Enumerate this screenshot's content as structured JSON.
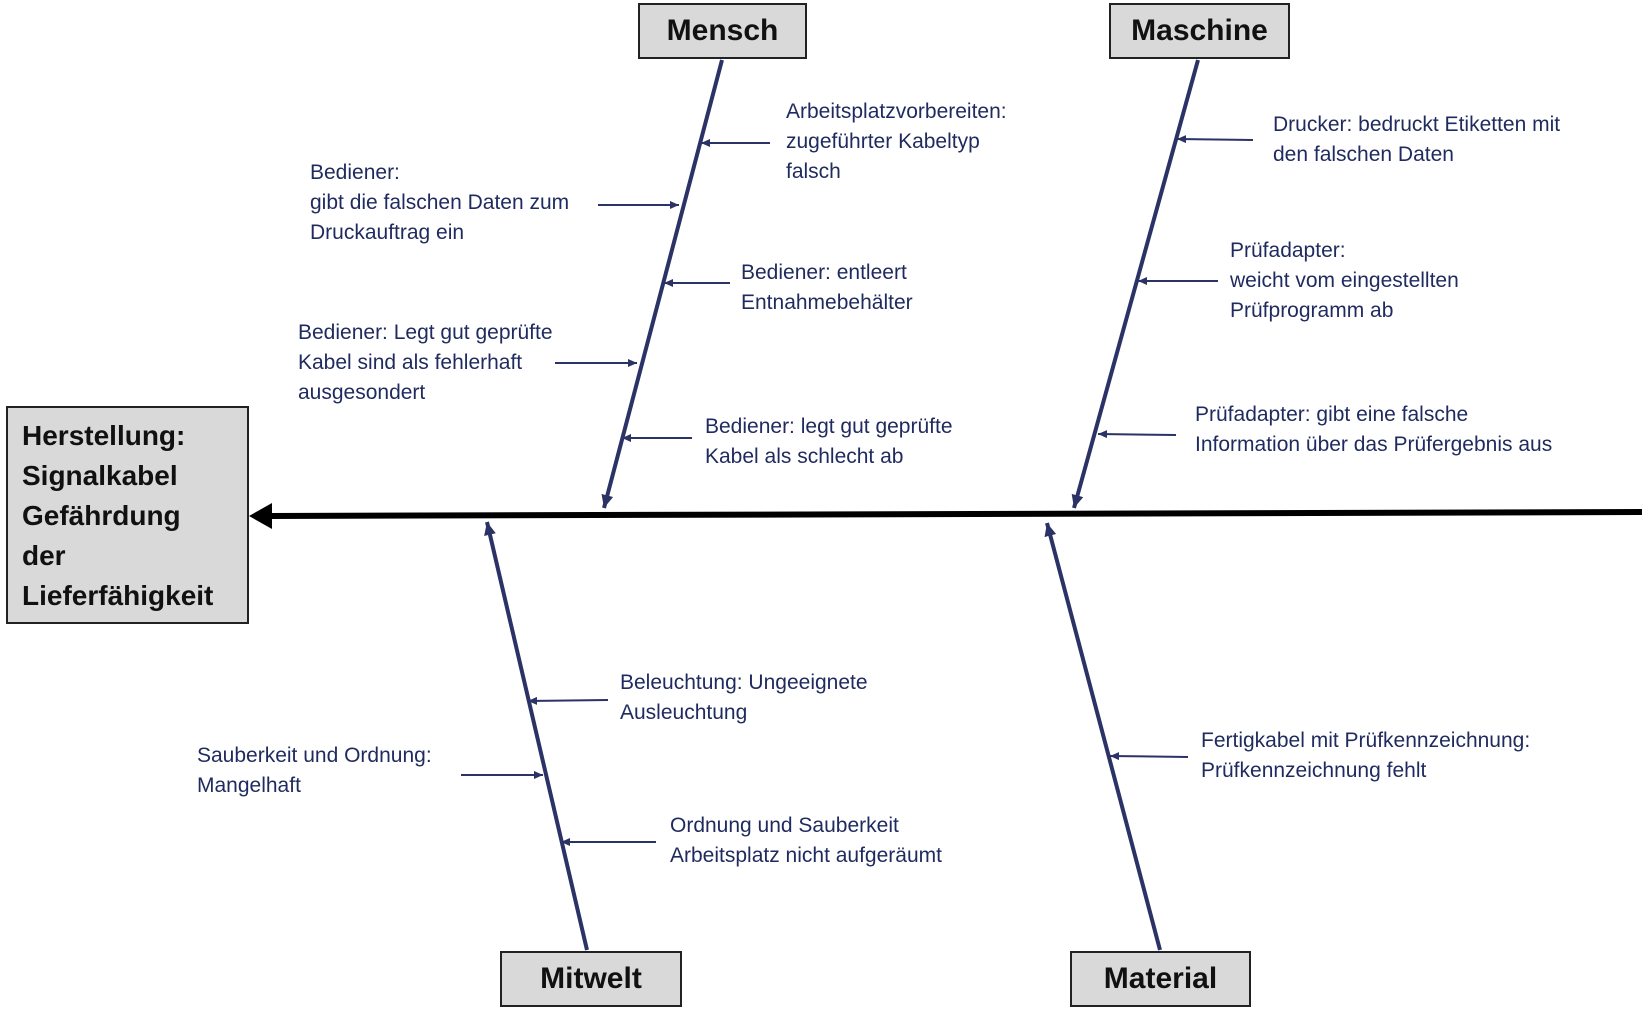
{
  "colors": {
    "spine": "#000000",
    "bone": "#2b3266",
    "text": "#1f2a5e",
    "box_fill": "#d9d9d9",
    "box_border": "#222222"
  },
  "effect": {
    "lines": [
      "Herstellung:",
      "Signalkabel",
      "Gefährdung",
      "der",
      "Lieferfähigkeit"
    ]
  },
  "categories": {
    "mensch": "Mensch",
    "maschine": "Maschine",
    "mitwelt": "Mitwelt",
    "material": "Material"
  },
  "causes": {
    "mensch": [
      [
        "Arbeitsplatzvorbereiten:",
        "zugeführter Kabeltyp",
        "falsch"
      ],
      [
        "Bediener:",
        "gibt die falschen Daten zum",
        "Druckauftrag ein"
      ],
      [
        "Bediener: entleert",
        "Entnahmebehälter"
      ],
      [
        "Bediener: Legt gut geprüfte",
        "Kabel sind als fehlerhaft",
        "ausgesondert"
      ],
      [
        "Bediener: legt gut geprüfte",
        "Kabel als schlecht ab"
      ]
    ],
    "maschine": [
      [
        "Drucker: bedruckt Etiketten mit",
        "den falschen Daten"
      ],
      [
        "Prüfadapter:",
        "weicht vom eingestellten",
        "Prüfprogramm ab"
      ],
      [
        "Prüfadapter: gibt eine falsche",
        "Information über das Prüfergebnis aus"
      ]
    ],
    "mitwelt": [
      [
        "Beleuchtung: Ungeeignete",
        "Ausleuchtung"
      ],
      [
        "Sauberkeit und Ordnung:",
        "Mangelhaft"
      ],
      [
        "Ordnung und Sauberkeit",
        "Arbeitsplatz nicht aufgeräumt"
      ]
    ],
    "material": [
      [
        "Fertigkabel mit Prüfkennzeichnung:",
        "Prüfkennzeichnung fehlt"
      ]
    ]
  }
}
